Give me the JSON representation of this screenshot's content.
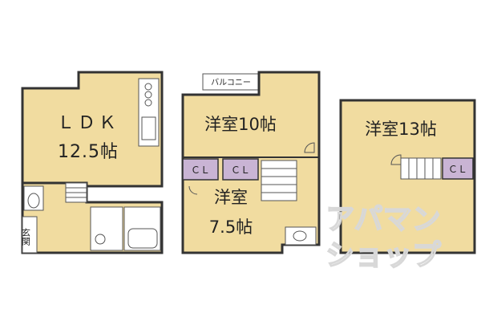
{
  "floor1": {
    "ldk_title": "ＬＤＫ",
    "ldk_size": "12.5帖",
    "entrance": "玄関"
  },
  "floor2": {
    "balcony": "バルコニー",
    "room_a_title": "洋室10帖",
    "cl_a": "ＣＬ",
    "cl_b": "ＣＬ",
    "room_b_title": "洋室",
    "room_b_size": "7.5帖"
  },
  "floor3": {
    "room_title": "洋室13帖",
    "cl": "ＣＬ"
  },
  "watermark": {
    "line1": "アパマン",
    "line2": "ショップ"
  },
  "colors": {
    "room_fill": "#f1dca0",
    "closet_fill": "#c9b4d4",
    "wall": "#333333",
    "watermark": "#d8d8d8"
  }
}
